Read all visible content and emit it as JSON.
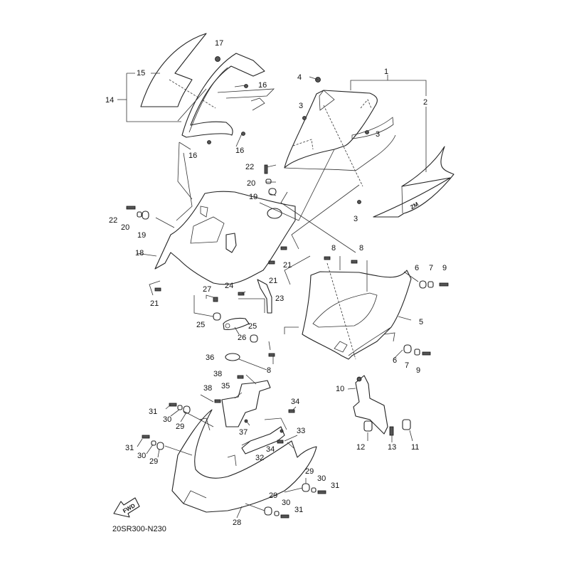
{
  "diagram": {
    "title": "Cowling / Fairing exploded view",
    "drawing_code": "20SR300-N230",
    "direction_indicator": "FWD",
    "callouts": [
      {
        "id": "c1",
        "text": "1"
      },
      {
        "id": "c2",
        "text": "2"
      },
      {
        "id": "c3a",
        "text": "3"
      },
      {
        "id": "c3b",
        "text": "3"
      },
      {
        "id": "c3c",
        "text": "3"
      },
      {
        "id": "c4",
        "text": "4"
      },
      {
        "id": "c5",
        "text": "5"
      },
      {
        "id": "c6a",
        "text": "6"
      },
      {
        "id": "c6b",
        "text": "6"
      },
      {
        "id": "c7a",
        "text": "7"
      },
      {
        "id": "c7b",
        "text": "7"
      },
      {
        "id": "c8a",
        "text": "8"
      },
      {
        "id": "c8b",
        "text": "8"
      },
      {
        "id": "c8c",
        "text": "8"
      },
      {
        "id": "c9a",
        "text": "9"
      },
      {
        "id": "c9b",
        "text": "9"
      },
      {
        "id": "c10",
        "text": "10"
      },
      {
        "id": "c11",
        "text": "11"
      },
      {
        "id": "c12",
        "text": "12"
      },
      {
        "id": "c13",
        "text": "13"
      },
      {
        "id": "c14",
        "text": "14"
      },
      {
        "id": "c15",
        "text": "15"
      },
      {
        "id": "c16a",
        "text": "16"
      },
      {
        "id": "c16b",
        "text": "16"
      },
      {
        "id": "c16c",
        "text": "16"
      },
      {
        "id": "c17",
        "text": "17"
      },
      {
        "id": "c18",
        "text": "18"
      },
      {
        "id": "c19a",
        "text": "19"
      },
      {
        "id": "c19b",
        "text": "19"
      },
      {
        "id": "c20a",
        "text": "20"
      },
      {
        "id": "c20b",
        "text": "20"
      },
      {
        "id": "c21a",
        "text": "21"
      },
      {
        "id": "c21b",
        "text": "21"
      },
      {
        "id": "c21c",
        "text": "21"
      },
      {
        "id": "c22a",
        "text": "22"
      },
      {
        "id": "c22b",
        "text": "22"
      },
      {
        "id": "c23",
        "text": "23"
      },
      {
        "id": "c24",
        "text": "24"
      },
      {
        "id": "c25a",
        "text": "25"
      },
      {
        "id": "c25b",
        "text": "25"
      },
      {
        "id": "c26",
        "text": "26"
      },
      {
        "id": "c27",
        "text": "27"
      },
      {
        "id": "c28",
        "text": "28"
      },
      {
        "id": "c29a",
        "text": "29"
      },
      {
        "id": "c29b",
        "text": "29"
      },
      {
        "id": "c29c",
        "text": "29"
      },
      {
        "id": "c29d",
        "text": "29"
      },
      {
        "id": "c30a",
        "text": "30"
      },
      {
        "id": "c30b",
        "text": "30"
      },
      {
        "id": "c30c",
        "text": "30"
      },
      {
        "id": "c30d",
        "text": "30"
      },
      {
        "id": "c31a",
        "text": "31"
      },
      {
        "id": "c31b",
        "text": "31"
      },
      {
        "id": "c31c",
        "text": "31"
      },
      {
        "id": "c31d",
        "text": "31"
      },
      {
        "id": "c32",
        "text": "32"
      },
      {
        "id": "c33",
        "text": "33"
      },
      {
        "id": "c34a",
        "text": "34"
      },
      {
        "id": "c34b",
        "text": "34"
      },
      {
        "id": "c35",
        "text": "35"
      },
      {
        "id": "c36",
        "text": "36"
      },
      {
        "id": "c37",
        "text": "37"
      },
      {
        "id": "c38a",
        "text": "38"
      },
      {
        "id": "c38b",
        "text": "38"
      }
    ]
  }
}
